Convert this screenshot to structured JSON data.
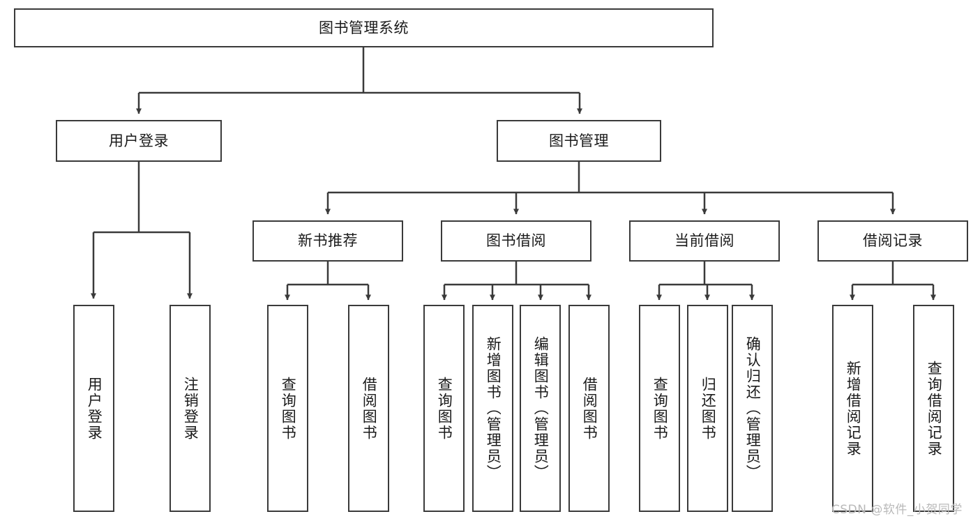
{
  "diagram": {
    "title": "图书管理系统",
    "type": "hierarchy-tree",
    "root": {
      "label": "图书管理系统"
    },
    "level1": [
      {
        "label": "用户登录"
      },
      {
        "label": "图书管理"
      }
    ],
    "level2": [
      {
        "label": "新书推荐"
      },
      {
        "label": "图书借阅"
      },
      {
        "label": "当前借阅"
      },
      {
        "label": "借阅记录"
      }
    ],
    "leaves": {
      "user_login": [
        {
          "label": "用户登录"
        },
        {
          "label": "注销登录"
        }
      ],
      "new_book_recommend": [
        {
          "label": "查询图书"
        },
        {
          "label": "借阅图书"
        }
      ],
      "book_borrow": [
        {
          "label": "查询图书"
        },
        {
          "label": "新增图书（管理员）"
        },
        {
          "label": "编辑图书（管理员）"
        },
        {
          "label": "借阅图书"
        }
      ],
      "current_borrow": [
        {
          "label": "查询图书"
        },
        {
          "label": "归还图书"
        },
        {
          "label": "确认归还（管理员）"
        }
      ],
      "borrow_records": [
        {
          "label": "新增借阅记录"
        },
        {
          "label": "查询借阅记录"
        }
      ]
    }
  },
  "watermark": {
    "text": "CSDN @软件_小贺同学"
  },
  "colors": {
    "stroke": "#3a3a3a",
    "background": "#ffffff",
    "text": "#1a1a1a",
    "watermark": "#b9b9b9"
  }
}
